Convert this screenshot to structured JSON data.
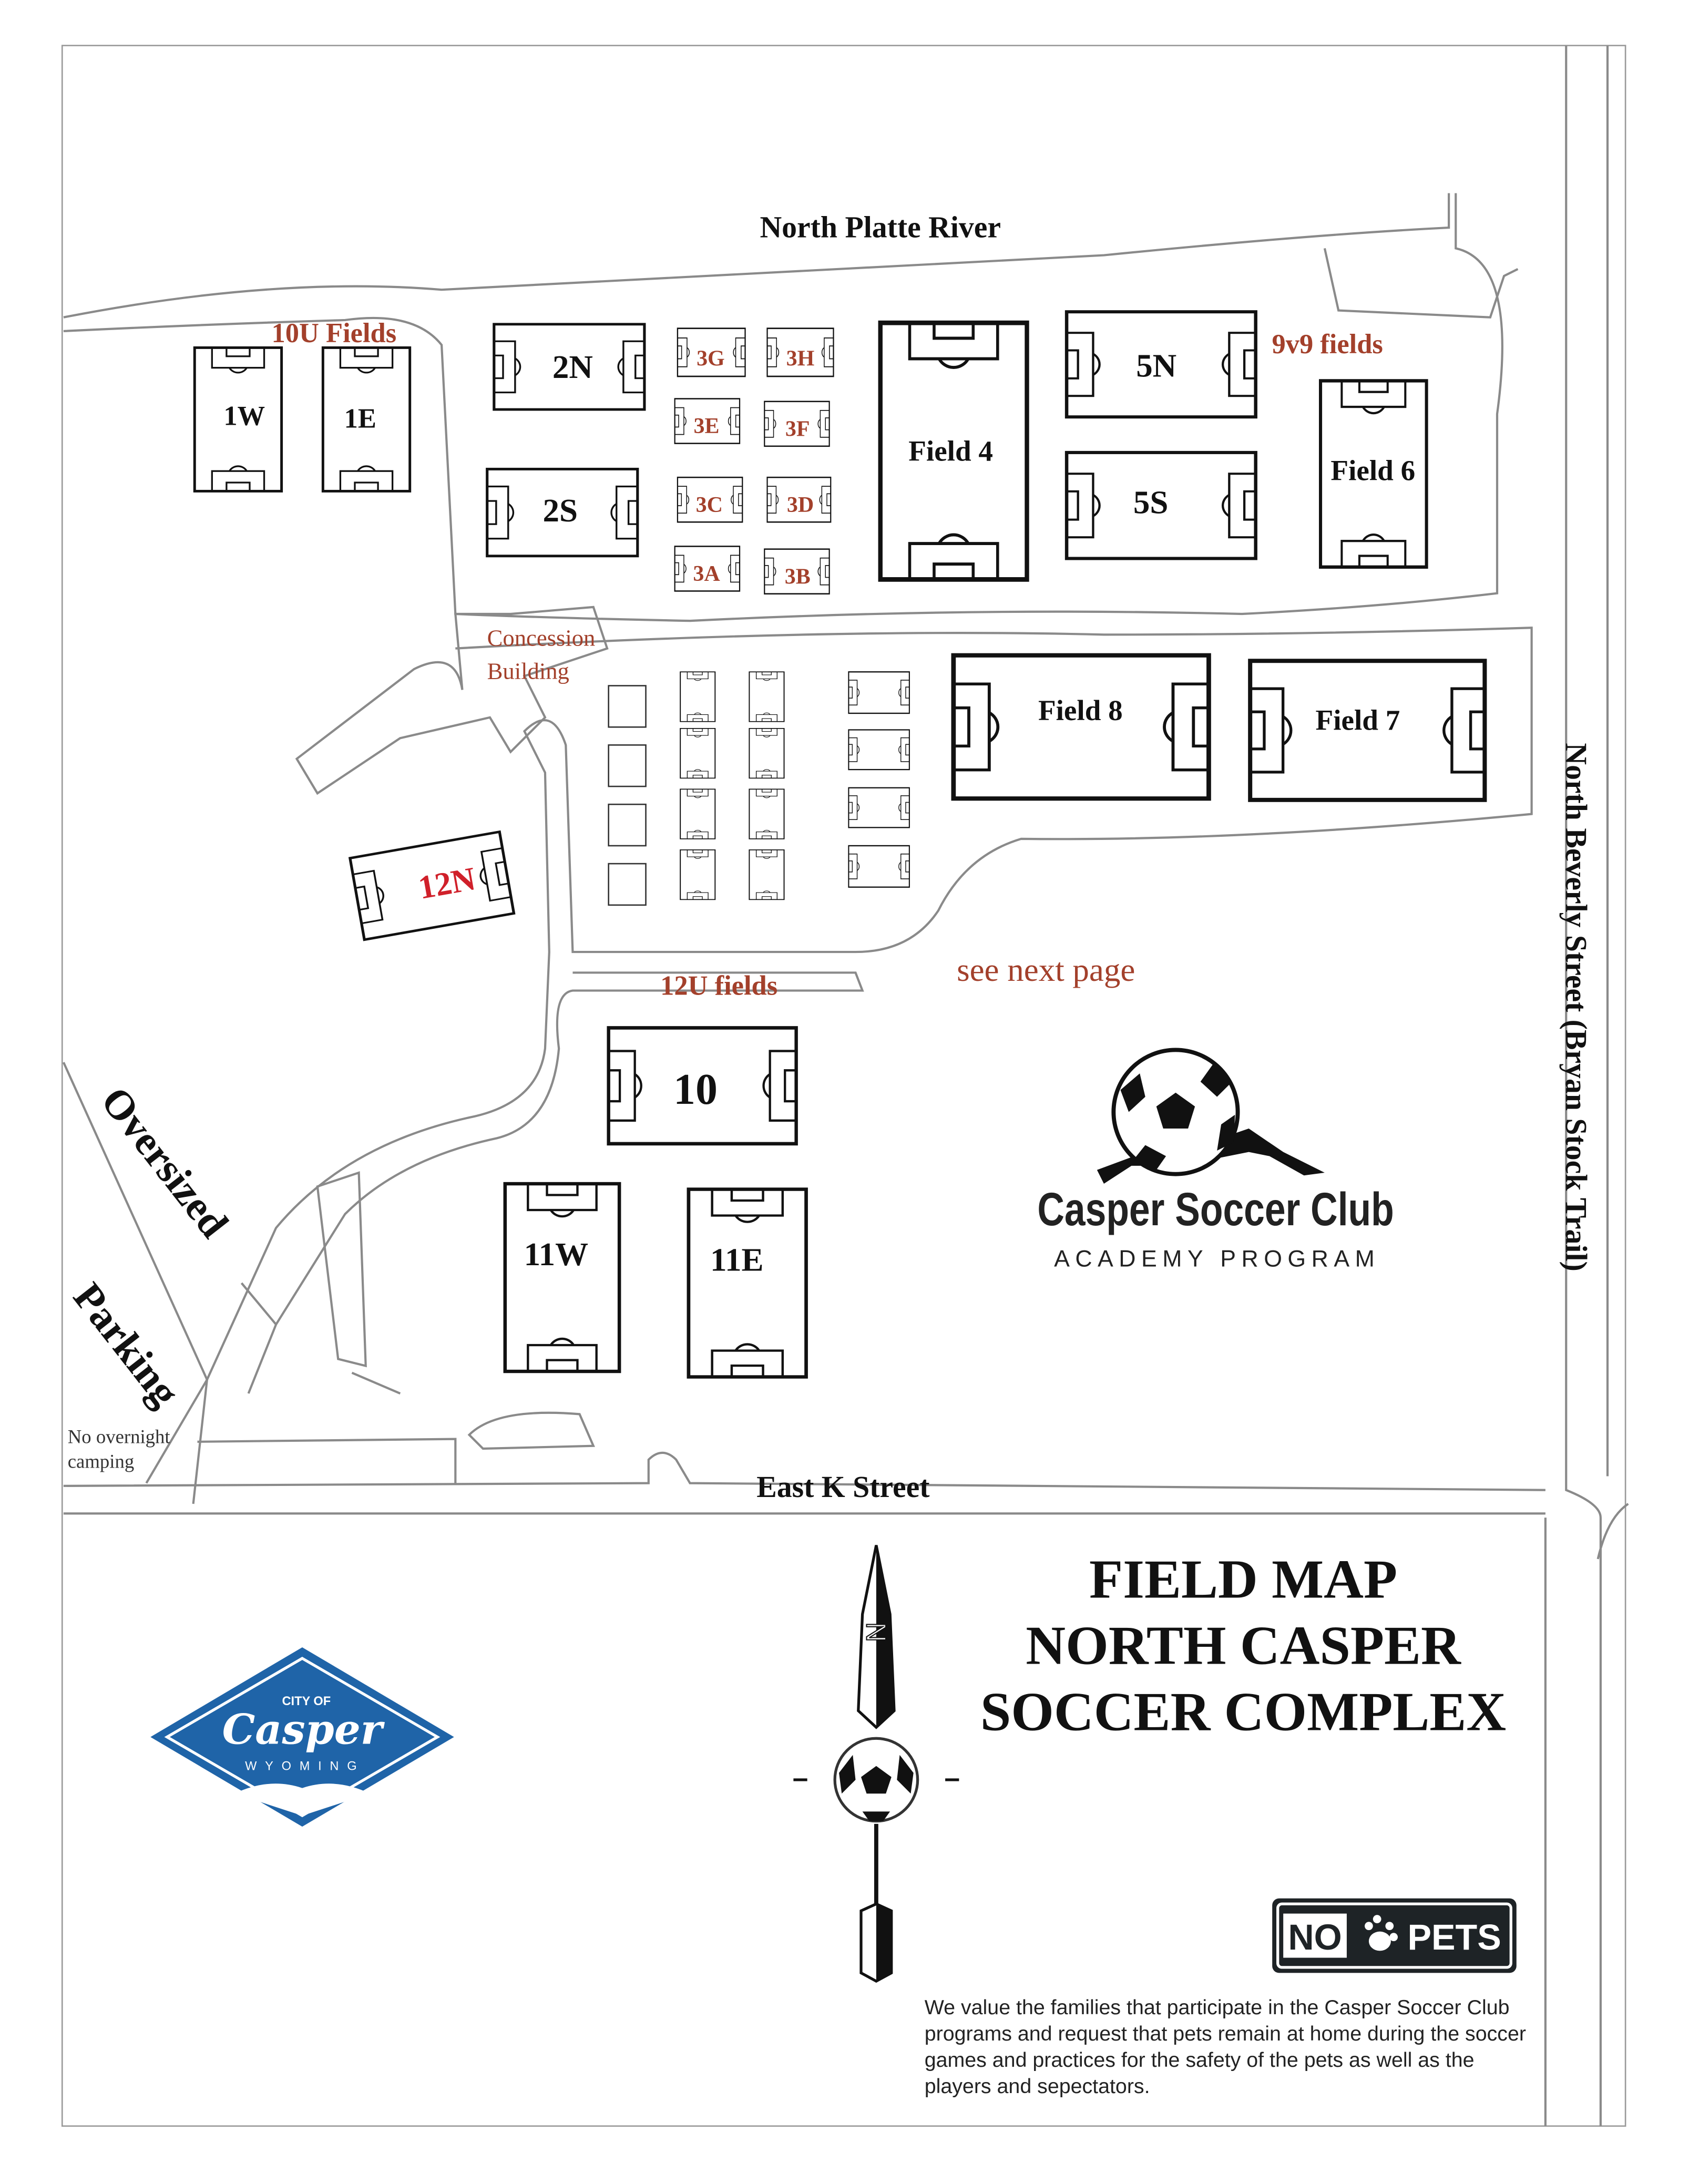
{
  "map": {
    "river": "North Platte River",
    "street_south": "East K Street",
    "street_east": "North Beverly Street (Bryan Stock Trail)",
    "oversized_1": "Oversized",
    "oversized_2": "Parking",
    "camping_1": "No overnight",
    "camping_2": "camping",
    "concession_1": "Concession",
    "concession_2": "Building",
    "group_10u": "10U Fields",
    "group_9v9": "9v9 fields",
    "group_12u": "12U fields",
    "see_next": "see next page",
    "fields": {
      "f1w": "1W",
      "f1e": "1E",
      "f2n": "2N",
      "f2s": "2S",
      "f3g": "3G",
      "f3h": "3H",
      "f3e": "3E",
      "f3f": "3F",
      "f3c": "3C",
      "f3d": "3D",
      "f3a": "3A",
      "f3b": "3B",
      "f4": "Field 4",
      "f5n": "5N",
      "f5s": "5S",
      "f6": "Field 6",
      "f8": "Field 8",
      "f7": "Field 7",
      "f12n": "12N",
      "f10": "10",
      "f11w": "11W",
      "f11e": "11E"
    }
  },
  "title": {
    "line1": "FIELD MAP",
    "line2": "NORTH CASPER",
    "line3": "SOCCER COMPLEX"
  },
  "compass": {
    "north": "N"
  },
  "club_logo": {
    "name": "Casper Soccer Club",
    "program": "ACADEMY PROGRAM"
  },
  "city_logo": {
    "top": "CITY OF",
    "name": "Casper",
    "state": "WYOMING"
  },
  "no_pets": {
    "no": "NO",
    "pets": "PETS"
  },
  "notice": {
    "line1": "We value the families that participate in the Casper Soccer Club",
    "line2": "programs and request that pets remain at home during the soccer",
    "line3": "games and practices for the safety of the pets as well as the",
    "line4": "players and sepectators."
  },
  "colors": {
    "label_red": "#a3402b",
    "field_12n": "#d0202a",
    "city_blue": "#1f64a8"
  }
}
